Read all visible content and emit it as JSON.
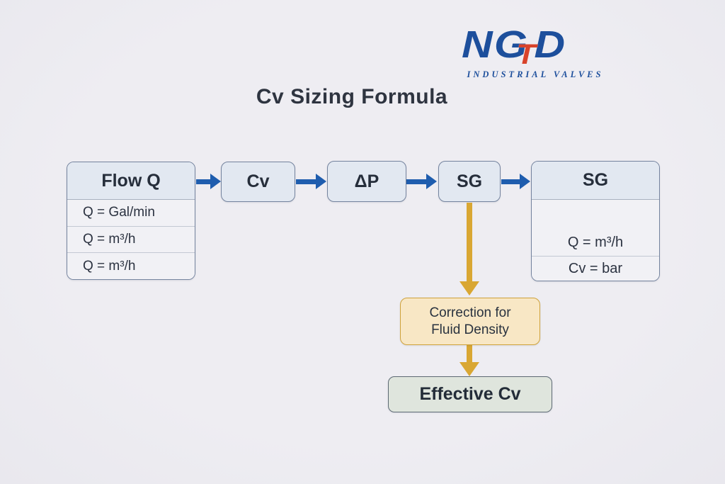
{
  "logo": {
    "letters": [
      "N",
      "G",
      "D"
    ],
    "accent_letter": "T",
    "subtitle": "INDUSTRIAL VALVES"
  },
  "title": "Cv Sizing Formula",
  "flowchart": {
    "flow_box": {
      "header": "Flow Q",
      "rows": [
        "Q = Gal/min",
        "Q = m³/h",
        "Q = m³/h"
      ]
    },
    "nodes": [
      {
        "label": "Cv"
      },
      {
        "label": "ΔP"
      },
      {
        "label": "SG"
      }
    ],
    "result_box": {
      "header": "SG",
      "rows": [
        "Q = m³/h",
        "Cv = bar"
      ]
    },
    "correction_box": {
      "line1": "Correction for",
      "line2": "Fluid Density"
    },
    "effective_box": {
      "label": "Effective Cv"
    }
  },
  "colors": {
    "background": "#edecf1",
    "title_text": "#2e3440",
    "node_text": "#262e3b",
    "box_border": "#74839e",
    "box_header_fill": "#e2e8f1",
    "box_row_fill": "#f1f1f5",
    "row_divider": "#c3c8d3",
    "arrow_blue": "#1f5dae",
    "arrow_gold": "#d9a733",
    "correction_fill": "#f8e7c5",
    "correction_border": "#cfa23a",
    "effective_fill": "#dfe5dd",
    "effective_border": "#5d6a74",
    "logo_blue": "#1d4f9c",
    "logo_red": "#d8432b"
  }
}
